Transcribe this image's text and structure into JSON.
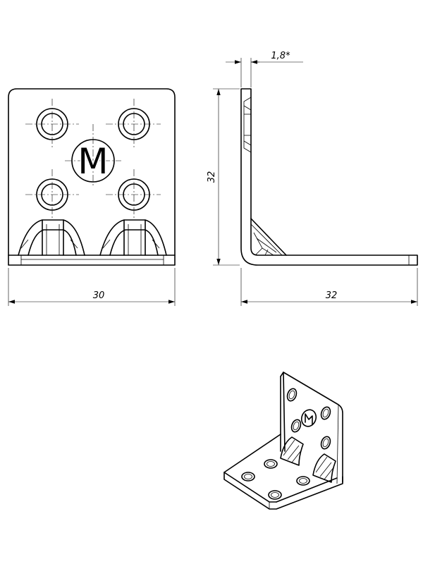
{
  "dimensions": {
    "front_width": "30",
    "side_height": "32",
    "side_length": "32",
    "thickness": "1,8*"
  },
  "logo": {
    "letter": "M"
  }
}
